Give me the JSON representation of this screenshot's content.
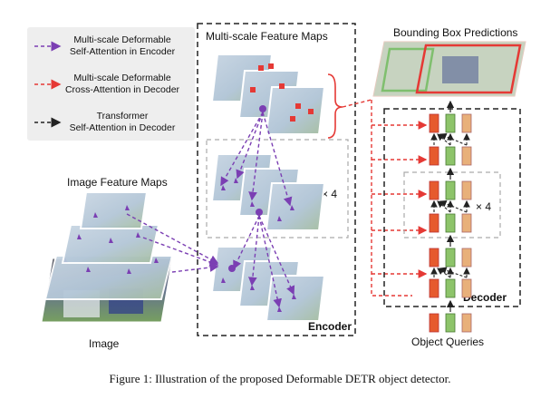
{
  "legend": {
    "items": [
      {
        "label_line1": "Multi-scale Deformable",
        "label_line2": "Self-Attention in Encoder",
        "color": "#7b3fb3"
      },
      {
        "label_line1": "Multi-scale Deformable",
        "label_line2": "Cross-Attention in Decoder",
        "color": "#e53935"
      },
      {
        "label_line1": "Transformer",
        "label_line2": "Self-Attention in Decoder",
        "color": "#222222"
      }
    ]
  },
  "labels": {
    "multi_scale_feature_maps": "Multi-scale Feature Maps",
    "bounding_box_predictions": "Bounding Box Predictions",
    "image_feature_maps": "Image Feature Maps",
    "image": "Image",
    "encoder": "Encoder",
    "decoder": "Decoder",
    "object_queries": "Object Queries",
    "repeat_encoder": "× 4",
    "repeat_decoder": "× 4"
  },
  "caption": "Figure 1: Illustration of the proposed Deformable DETR object detector.",
  "colors": {
    "purple": "#7b3fb3",
    "red": "#e53935",
    "query_red": "#e65a2e",
    "query_green": "#8dc46a",
    "query_tan": "#e8b07a",
    "grass": "#6a9b4d"
  }
}
